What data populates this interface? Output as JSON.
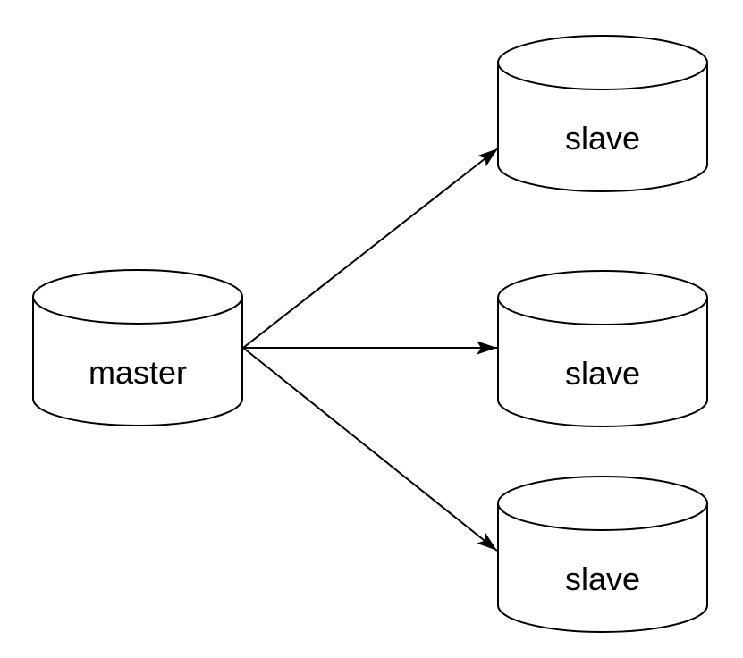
{
  "diagram": {
    "type": "database-replication-topology",
    "background_color": "#ffffff",
    "stroke_color": "#000000",
    "node_fill_color": "#ffffff",
    "nodes": [
      {
        "id": "master",
        "label": "master",
        "shape": "database-cylinder",
        "role": "source"
      },
      {
        "id": "slave-top",
        "label": "slave",
        "shape": "database-cylinder",
        "role": "replica"
      },
      {
        "id": "slave-middle",
        "label": "slave",
        "shape": "database-cylinder",
        "role": "replica"
      },
      {
        "id": "slave-bottom",
        "label": "slave",
        "shape": "database-cylinder",
        "role": "replica"
      }
    ],
    "edges": [
      {
        "from": "master",
        "to": "slave-top",
        "style": "solid-arrow"
      },
      {
        "from": "master",
        "to": "slave-middle",
        "style": "solid-arrow"
      },
      {
        "from": "master",
        "to": "slave-bottom",
        "style": "solid-arrow"
      }
    ]
  }
}
